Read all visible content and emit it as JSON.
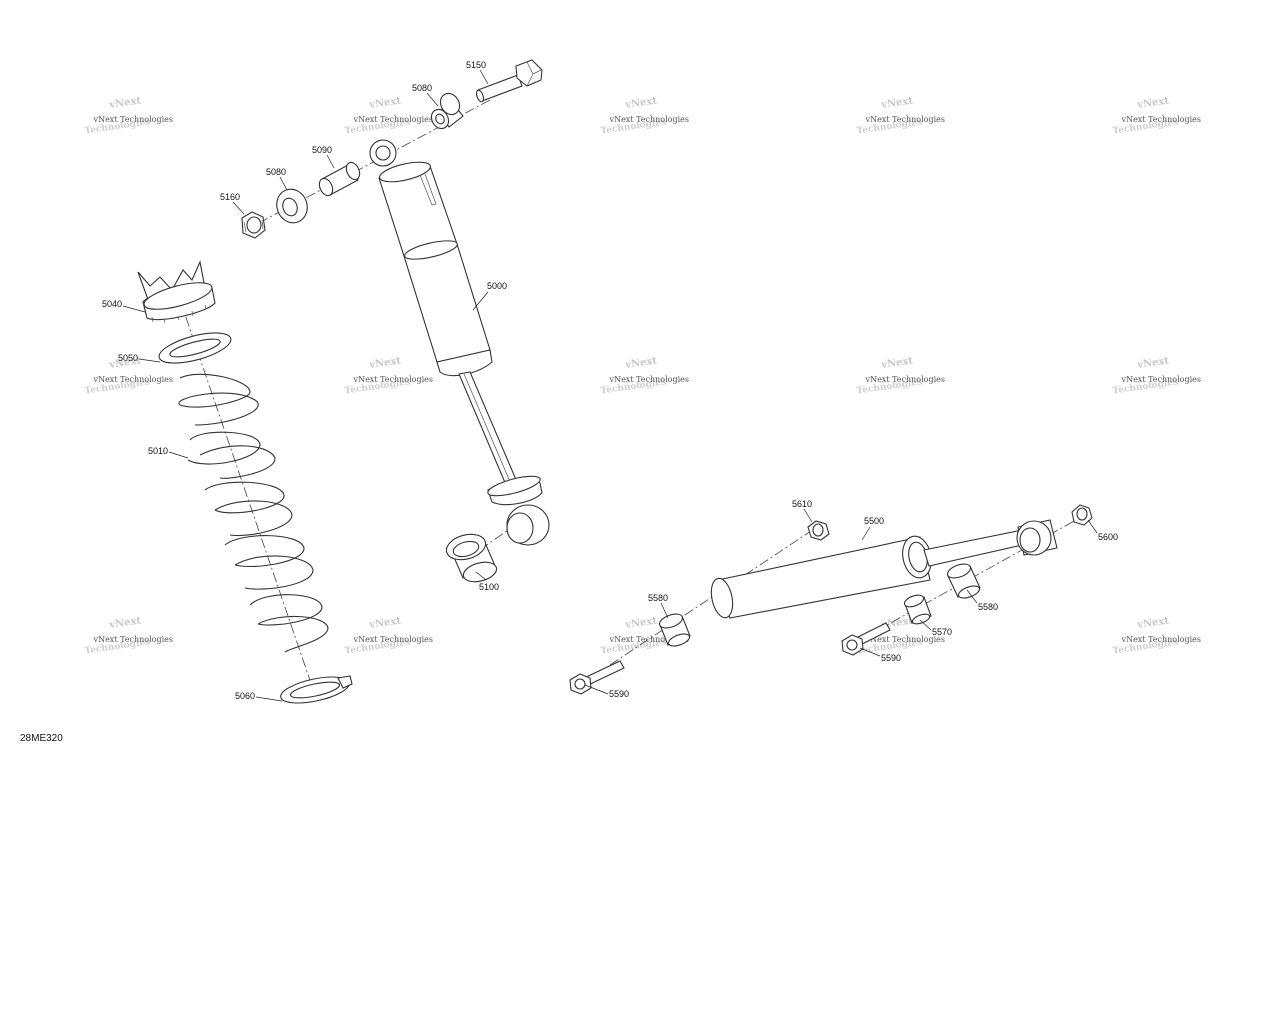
{
  "figure_id": "28ME320",
  "callouts": {
    "c5150": "5150",
    "c5080a": "5080",
    "c5090": "5090",
    "c5080b": "5080",
    "c5160": "5160",
    "c5040": "5040",
    "c5050": "5050",
    "c5010": "5010",
    "c5060": "5060",
    "c5000": "5000",
    "c5100": "5100",
    "c5610": "5610",
    "c5500": "5500",
    "c5600": "5600",
    "c5580a": "5580",
    "c5580b": "5580",
    "c5570": "5570",
    "c5590a": "5590",
    "c5590b": "5590"
  },
  "watermark": {
    "line1": "vNext Technologies",
    "line2": "vNext",
    "line3": "Technologies"
  }
}
